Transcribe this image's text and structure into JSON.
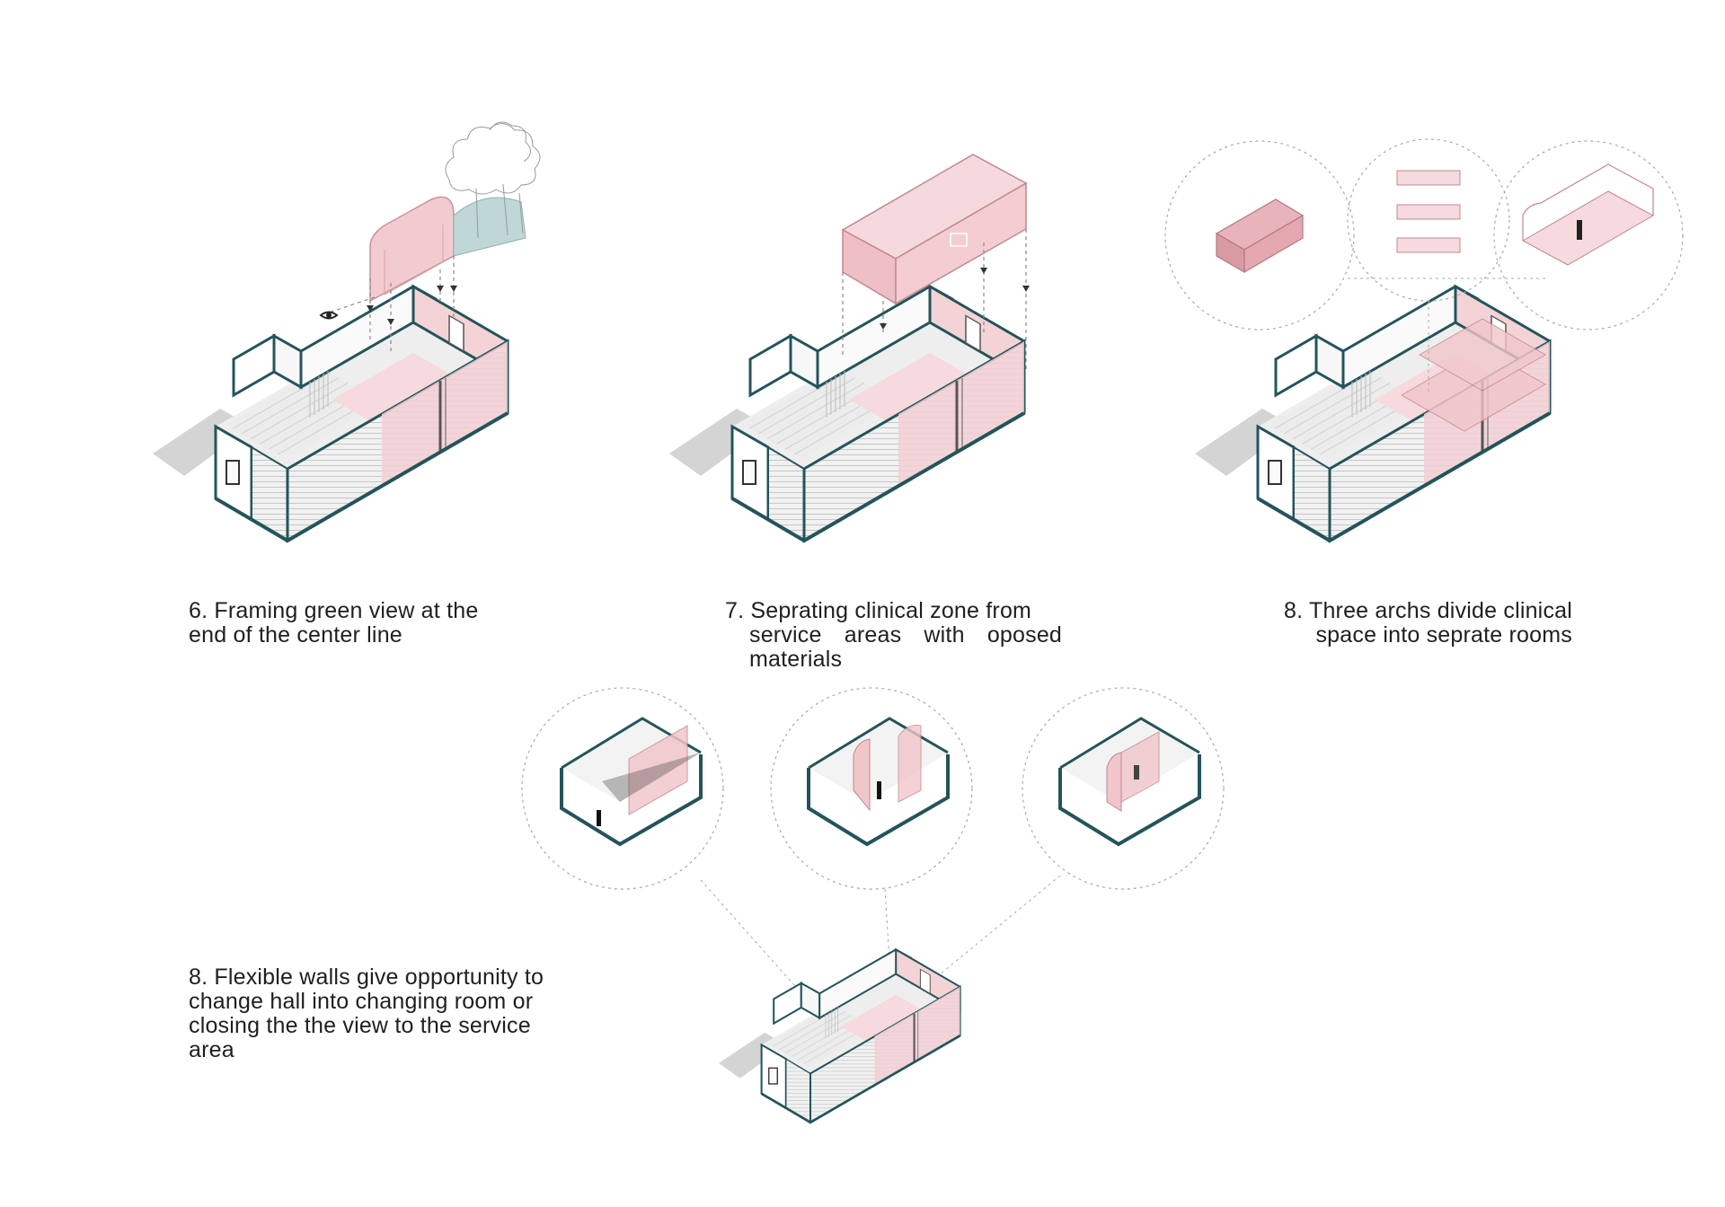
{
  "colors": {
    "wall_outline": "#24545a",
    "pink_fill": "#f2cfd2",
    "pink_stroke": "#c98e95",
    "grey_floor": "#e6e6e6",
    "shadow": "#d6d6d6",
    "teal_glass": "#bfd7d6",
    "dash": "#9a9a9a"
  },
  "captions": {
    "step6": [
      "6. Framing green view at the",
      "end of the center line"
    ],
    "step7": [
      "7. Seprating clinical zone from",
      "service areas with oposed",
      "materials"
    ],
    "step8_arches": [
      "8. Three archs divide clinical",
      "space into seprate rooms"
    ],
    "step8_walls": [
      "8. Flexible walls give opportunity to",
      "change hall into changing room or",
      "closing the the view to  the service",
      "area"
    ]
  },
  "icons": {
    "eye": "eye-icon",
    "tree": "tree-icon",
    "person": "person-silhouette-icon"
  }
}
